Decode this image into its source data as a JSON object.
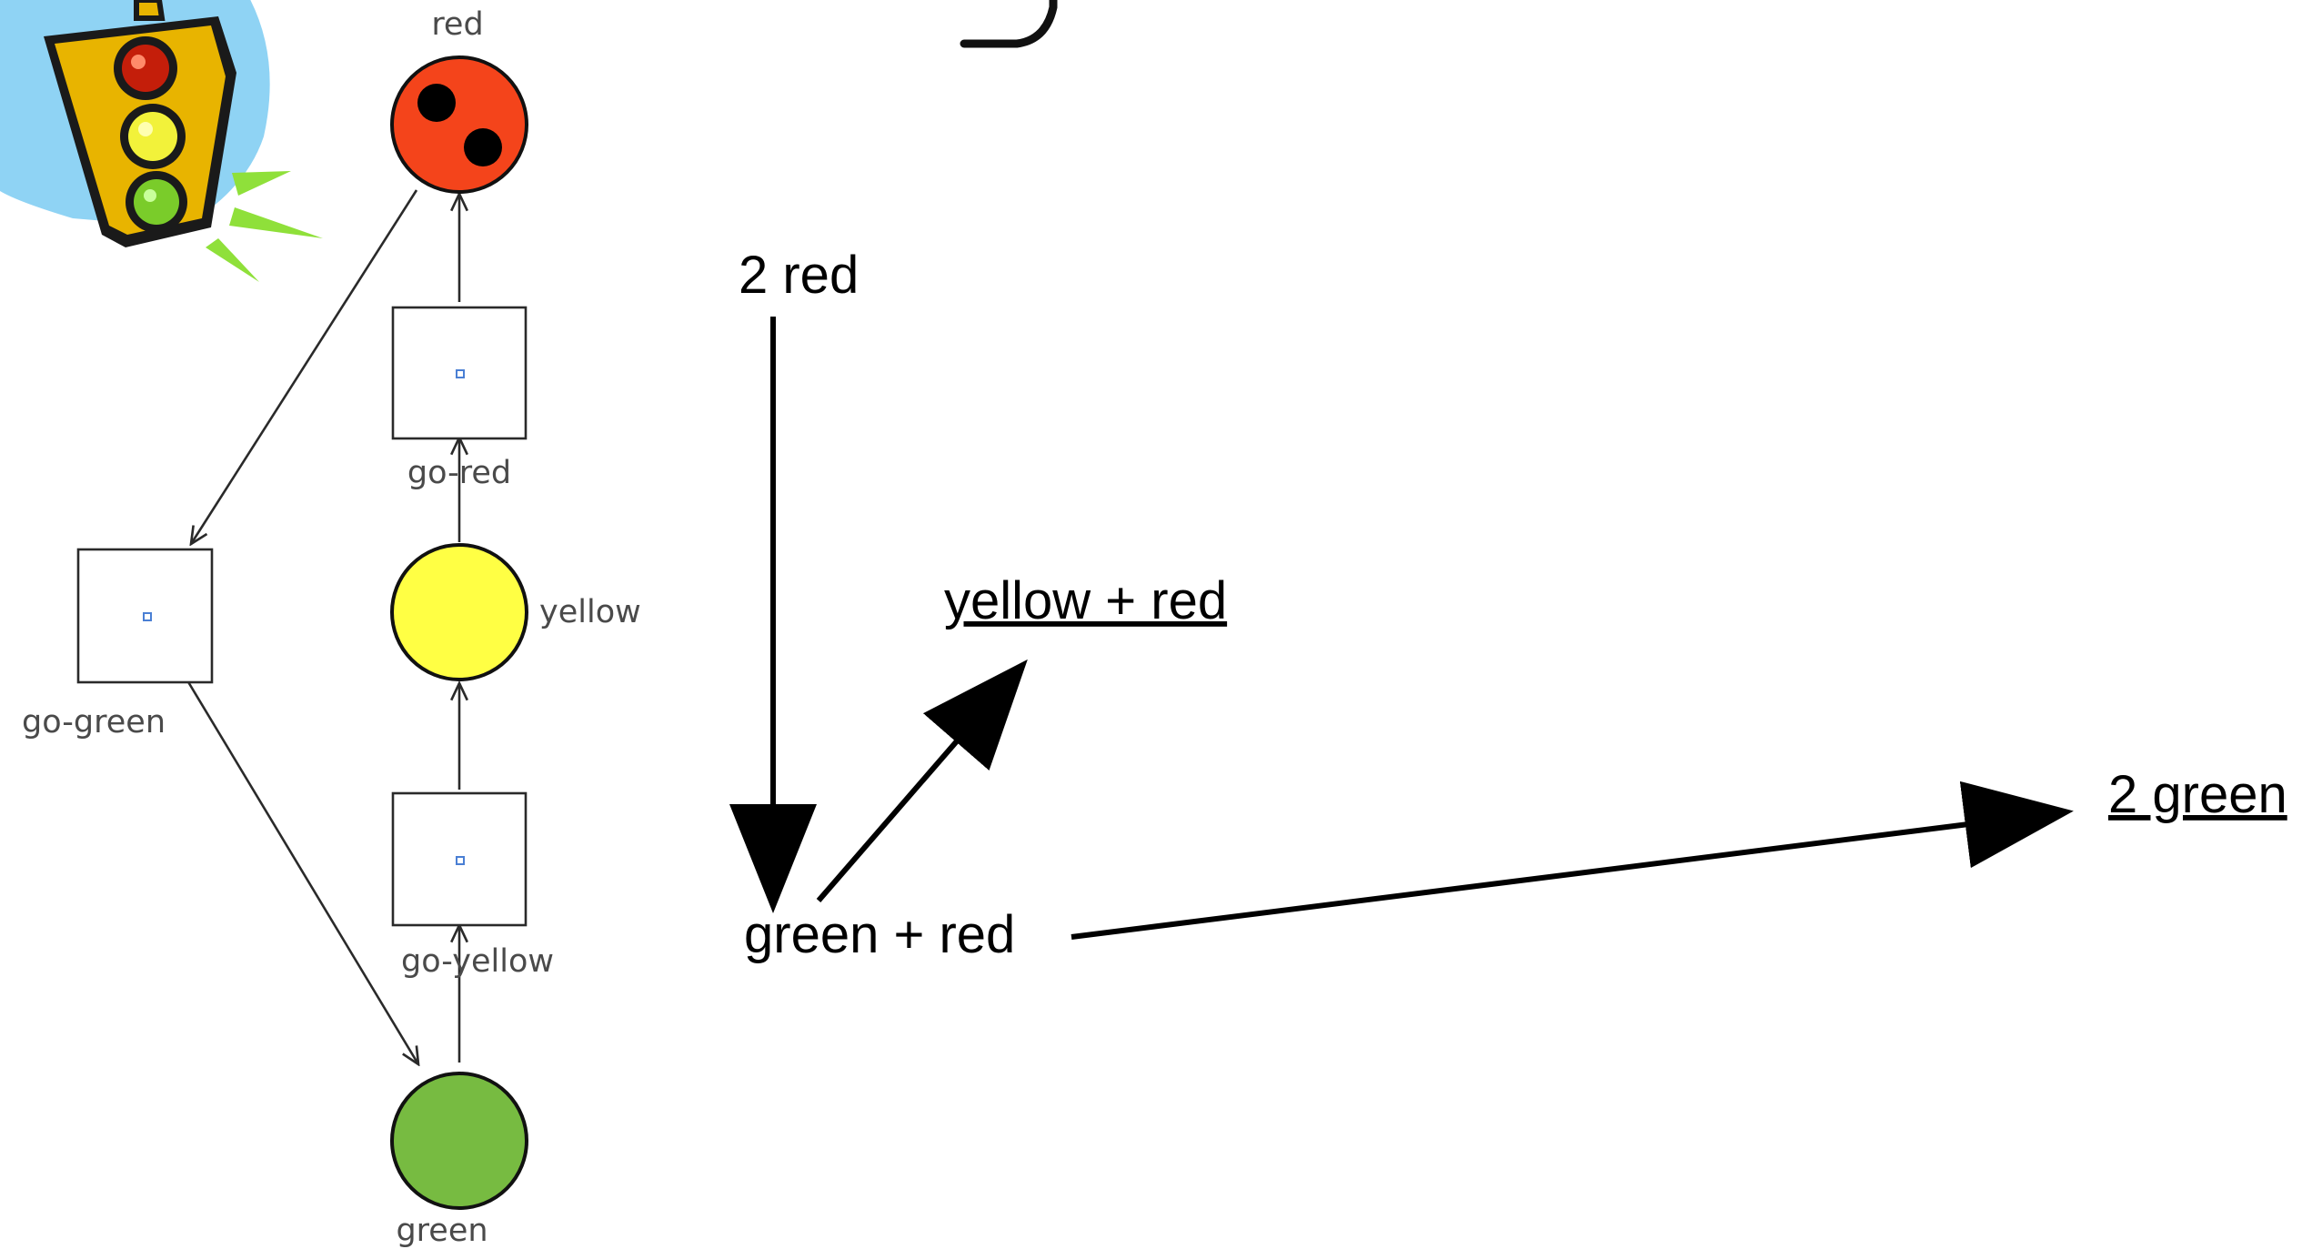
{
  "petri_net": {
    "places": {
      "red": {
        "label": "red",
        "tokens": 2,
        "fill": "#f4441b"
      },
      "yellow": {
        "label": "yellow",
        "tokens": 0,
        "fill": "#ffff44"
      },
      "green": {
        "label": "green",
        "tokens": 0,
        "fill": "#77bb41"
      }
    },
    "transitions": {
      "go_green": {
        "label": "go-green"
      },
      "go_red": {
        "label": "go-red"
      },
      "go_yellow": {
        "label": "go-yellow"
      }
    },
    "arcs": [
      {
        "from": "red",
        "to": "go_green"
      },
      {
        "from": "go_green",
        "to": "green"
      },
      {
        "from": "green",
        "to": "go_yellow"
      },
      {
        "from": "go_yellow",
        "to": "yellow"
      },
      {
        "from": "yellow",
        "to": "go_red"
      },
      {
        "from": "go_red",
        "to": "red"
      }
    ]
  },
  "reachability_graph": {
    "states": {
      "two_red": {
        "label": "2 red",
        "underlined": false
      },
      "green_red": {
        "label": "green + red",
        "underlined": false
      },
      "yellow_red": {
        "label": "yellow + red",
        "underlined": true
      },
      "two_green": {
        "label": "2 green",
        "underlined": true
      }
    },
    "edges": [
      {
        "from": "two_red",
        "to": "green_red"
      },
      {
        "from": "green_red",
        "to": "yellow_red"
      },
      {
        "from": "green_red",
        "to": "two_green"
      }
    ]
  },
  "clipart": {
    "name": "traffic-light-icon"
  },
  "colors": {
    "red_place": "#f4441b",
    "yellow_place": "#ffff44",
    "green_place": "#77bb41",
    "transition_dot": "#4a7fd4",
    "sky_blob": "#8fd3f4",
    "light_housing": "#e8b400"
  }
}
